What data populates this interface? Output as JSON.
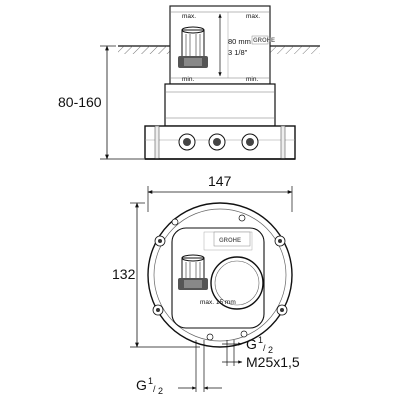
{
  "side_view": {
    "label_max_left": "max.",
    "label_max_right": "max.",
    "label_min_left": "min.",
    "label_min_right": "min.",
    "range_mm": "80 mm",
    "range_in": "3 1/8\"",
    "brand": "GROHE",
    "height_dim": "80-160"
  },
  "top_view": {
    "width_dim": "147",
    "height_dim": "132",
    "brand": "GROHE",
    "inner_tiny": "max. 15 mm",
    "g_half_right_main": "G",
    "g_half_right_num": "1",
    "g_half_right_den": "2",
    "thread": "M25x1,5",
    "g_half_bottom_main": "G",
    "g_half_bottom_num": "1",
    "g_half_bottom_den": "2"
  }
}
